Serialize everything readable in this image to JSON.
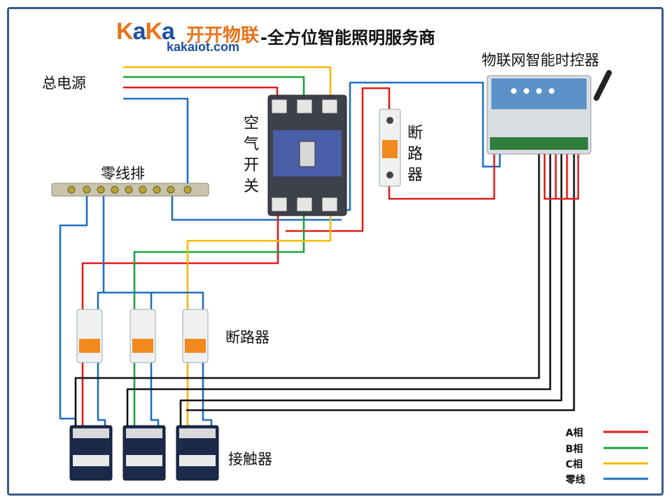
{
  "logo": {
    "brand": "KaKa",
    "brand_cn": "开开物联",
    "url": "kakaiot.com"
  },
  "slogan": "-全方位智能照明服务商",
  "labels": {
    "main_power": "总电源",
    "neutral_bar": "零线排",
    "air_switch": "空气开关",
    "breaker_single": "断路器",
    "breakers": "断路器",
    "controller": "物联网智能时控器",
    "contactors": "接触器"
  },
  "legend": [
    {
      "label": "A相",
      "color": "#e31b1b"
    },
    {
      "label": "B相",
      "color": "#1aa33c"
    },
    {
      "label": "C相",
      "color": "#f5b800"
    },
    {
      "label": "零线",
      "color": "#1f6fc0"
    }
  ],
  "colors": {
    "A": "#e31b1b",
    "B": "#1aa33c",
    "C": "#f5b800",
    "N": "#1f6fc0",
    "ctrl": "#111111",
    "frame": "#3a5a8c"
  }
}
